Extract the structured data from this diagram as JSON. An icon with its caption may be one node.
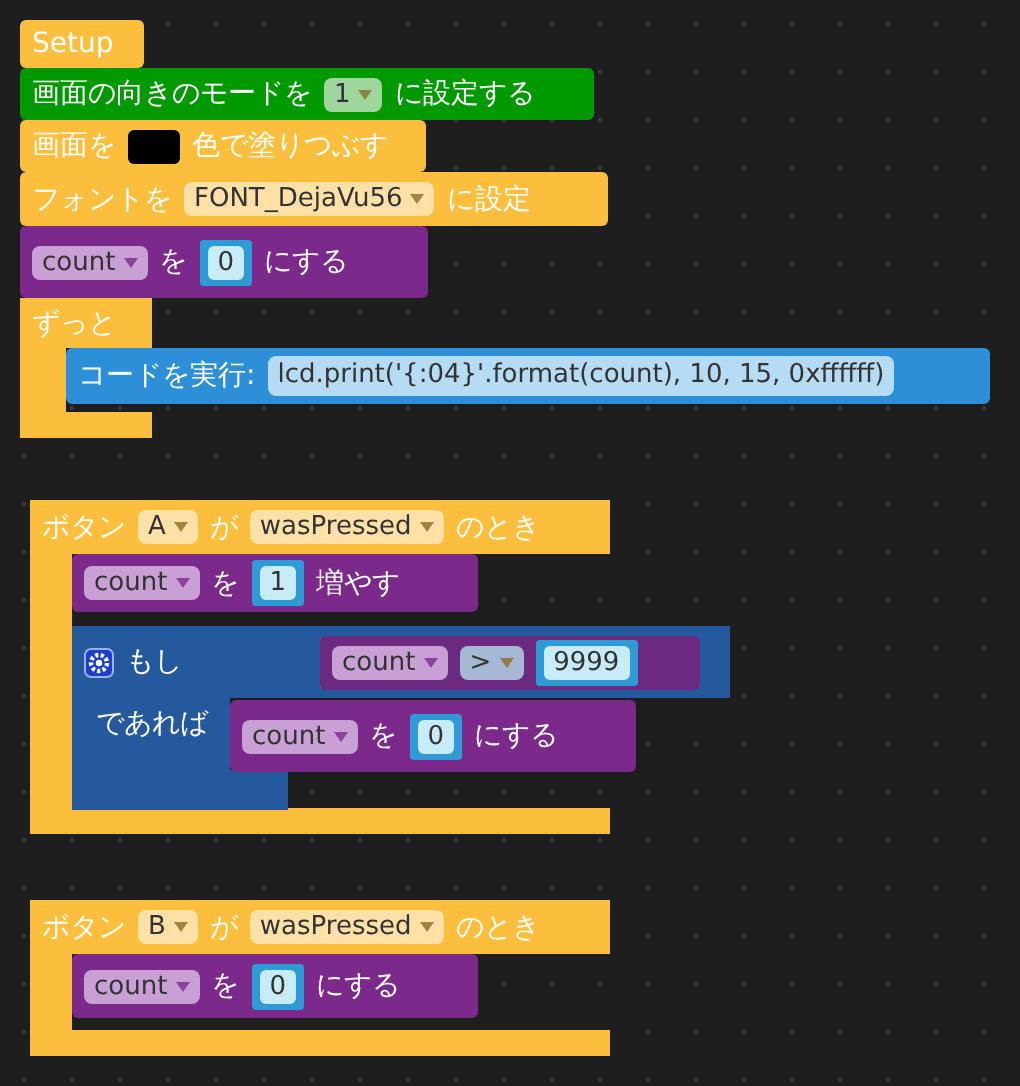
{
  "diagram": {
    "nodes": [
      {
        "text": [
          "Setup"
        ]
      },
      {
        "text": [
          "画面の向きのモードを",
          "に設定する"
        ]
      },
      {
        "text": [
          "1"
        ],
        "in": 1
      },
      {
        "text": [
          "画面を",
          "色で塗りつぶす"
        ]
      },
      {
        "text": [],
        "shape": "box",
        "in": 3
      },
      {
        "text": [
          "フォントを",
          "に設定"
        ]
      },
      {
        "text": [
          "FONT_DejaVu56"
        ],
        "in": 5
      },
      {
        "text": [
          "を",
          "にする"
        ]
      },
      {
        "text": [
          "count"
        ],
        "in": 7
      },
      {
        "text": [
          "0"
        ],
        "in": 7
      },
      {
        "text": [
          "ずっと"
        ]
      },
      {
        "text": [
          "コードを実行:"
        ]
      },
      {
        "text": [
          "lcd.print('{:04}'.format(count), 10, 15, 0xffffff)"
        ],
        "in": 11
      },
      {
        "text": [
          "ボタン",
          "が",
          "のとき"
        ]
      },
      {
        "text": [
          "A"
        ],
        "in": 13
      },
      {
        "text": [
          "wasPressed"
        ],
        "in": 13
      },
      {
        "text": [
          "を",
          "増やす"
        ],
        "in": 13
      },
      {
        "text": [
          "count"
        ],
        "in": 16
      },
      {
        "text": [
          "1"
        ],
        "in": 16
      },
      {
        "text": [
          "もし",
          "であれば"
        ]
      },
      {
        "text": [],
        "shape": "box",
        "in": 19
      },
      {
        "text": [
          "count"
        ],
        "in": 20
      },
      {
        "text": [
          ">"
        ],
        "in": 20
      },
      {
        "text": [
          "9999"
        ],
        "in": 20
      },
      {
        "text": [
          "を",
          "にする"
        ],
        "in": 19
      },
      {
        "text": [
          "count"
        ],
        "in": 24
      },
      {
        "text": [
          "0"
        ],
        "in": 24
      },
      {
        "text": [
          "ボタン",
          "が",
          "のとき"
        ]
      },
      {
        "text": [
          "B"
        ],
        "in": 27
      },
      {
        "text": [
          "wasPressed"
        ],
        "in": 27
      },
      {
        "text": [
          "を",
          "にする"
        ],
        "in": 27
      },
      {
        "text": [
          "count"
        ],
        "in": 30
      },
      {
        "text": [
          "0"
        ],
        "in": 30
      }
    ]
  }
}
